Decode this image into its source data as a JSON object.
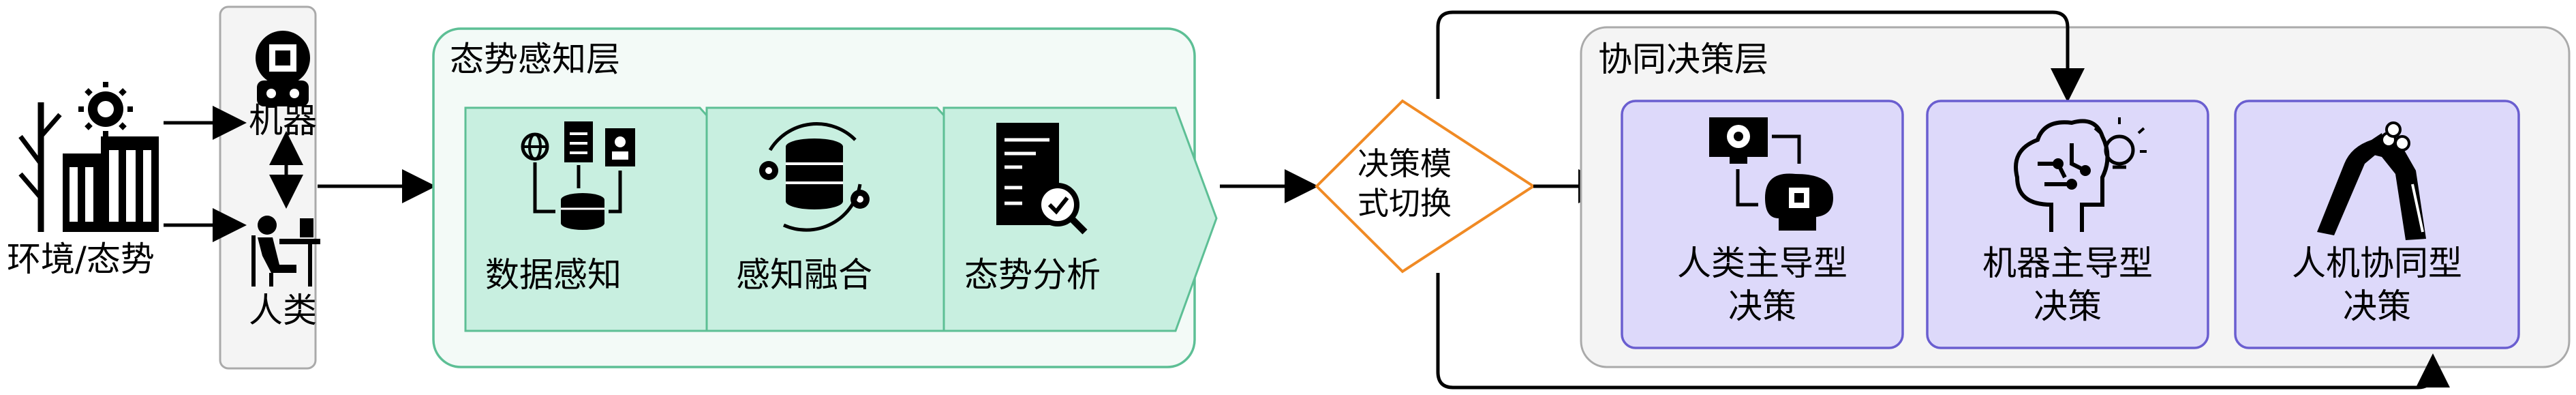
{
  "env_label": "环境/态势",
  "agents": {
    "machine": "机器",
    "human": "人类"
  },
  "perception": {
    "title": "态势感知层",
    "steps": [
      "数据感知",
      "感知融合",
      "态势分析"
    ]
  },
  "switch_label": "决策模式切换",
  "decision": {
    "title": "协同决策层",
    "modes": [
      "人类主导型决策",
      "机器主导型决策",
      "人机协同型决策"
    ]
  },
  "colors": {
    "green_border": "#5dbf95",
    "green_fill": "#c8efe0",
    "green_panel": "#f3faf7",
    "purple_border": "#6a5ed0",
    "purple_fill": "#ddd9fa",
    "orange": "#f08a24",
    "gray_border": "#aaaaaa",
    "gray_fill": "#f4f4f4"
  },
  "icons": [
    "building-tree-sun-icon",
    "robot-icon",
    "human-at-desk-icon",
    "data-sensing-icon",
    "database-gears-icon",
    "report-magnifier-icon",
    "gear-monitor-head-icon",
    "brain-circuit-icon",
    "human-robot-handshake-icon"
  ]
}
